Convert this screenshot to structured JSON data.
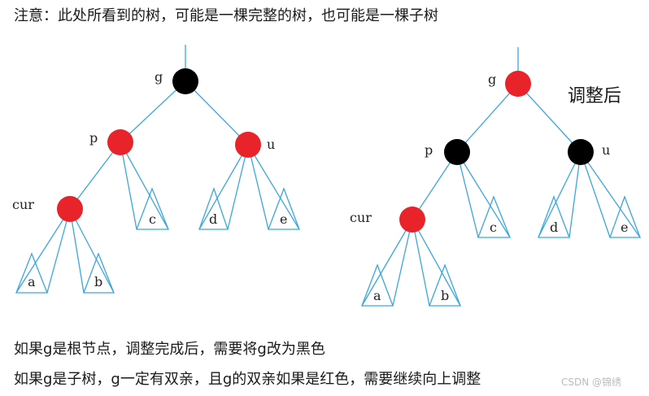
{
  "note": "注意：此处所看到的树，可能是一棵完整的树，也可能是一棵子树",
  "after_label": "调整后",
  "line1": "如果g是根节点，调整完成后，需要将g改为黑色",
  "line2": "如果g是子树，g一定有双亲，且g的双亲如果是红色，需要继续向上调整",
  "watermark": "CSDN @锦绣",
  "colors": {
    "red": "#e8232a",
    "black": "#000000",
    "edge": "#3aa7e0"
  },
  "left_tree": {
    "nodes": [
      {
        "label": "g",
        "color": "black"
      },
      {
        "label": "p",
        "color": "red"
      },
      {
        "label": "u",
        "color": "red"
      },
      {
        "label": "cur",
        "color": "red"
      }
    ],
    "subtrees": [
      "a",
      "b",
      "c",
      "d",
      "e"
    ]
  },
  "right_tree": {
    "nodes": [
      {
        "label": "g",
        "color": "red"
      },
      {
        "label": "p",
        "color": "black"
      },
      {
        "label": "u",
        "color": "black"
      },
      {
        "label": "cur",
        "color": "red"
      }
    ],
    "subtrees": [
      "a",
      "b",
      "c",
      "d",
      "e"
    ]
  }
}
